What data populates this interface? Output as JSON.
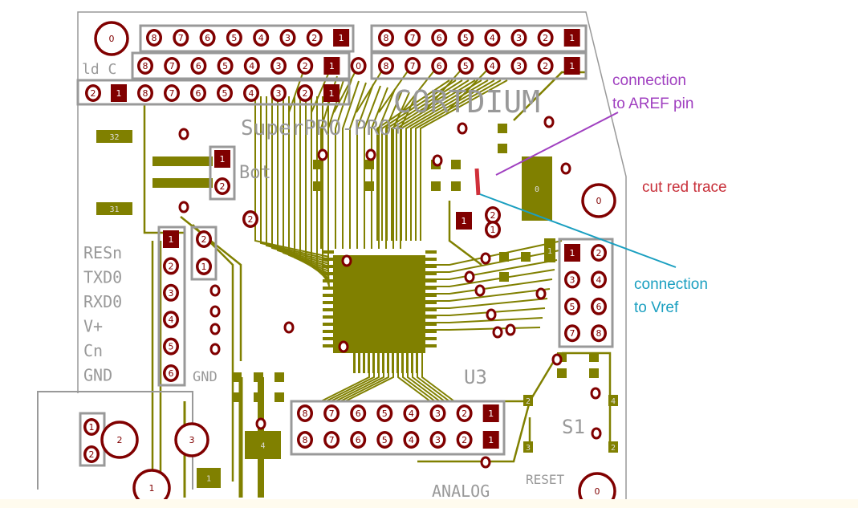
{
  "colors": {
    "trace": "#808000",
    "pad": "#800000",
    "silk": "#8c8c8c",
    "aref": "#a040c0",
    "cut": "#d0303a",
    "vref": "#1a9fc0"
  },
  "annotations": {
    "aref": [
      "connection",
      "to AREF pin"
    ],
    "cut": "cut red trace",
    "vref": [
      "connection",
      "to Vref"
    ]
  },
  "silkscreen": {
    "brand": "CORTDIUM",
    "model": "SuperPRO-PRO+",
    "boot": "Bot",
    "top_left": "ld C",
    "left_labels": [
      "RESn",
      "TXD0",
      "RXD0",
      "V+",
      "Cn",
      "GND"
    ],
    "gnd": "GND",
    "chip": "U3",
    "switch": "S1",
    "reset": "RESET",
    "analog": "ANALOG",
    "smd": [
      "32",
      "31",
      "0",
      "1",
      "4",
      "1",
      "2",
      "1",
      "3",
      "4",
      "2"
    ]
  },
  "headers": {
    "top_left_row1": [
      "8",
      "7",
      "6",
      "5",
      "4",
      "3",
      "2",
      "1"
    ],
    "top_right_row1": [
      "8",
      "7",
      "6",
      "5",
      "4",
      "3",
      "2",
      "1"
    ],
    "top_left_row2": [
      "8",
      "7",
      "6",
      "5",
      "4",
      "3",
      "2",
      "1",
      "0"
    ],
    "top_right_row2": [
      "8",
      "7",
      "6",
      "5",
      "4",
      "3",
      "2",
      "1"
    ],
    "top_left_row3": [
      "2",
      "1",
      "8",
      "7",
      "6",
      "5",
      "4",
      "3",
      "2",
      "1"
    ],
    "bottom_row1": [
      "8",
      "7",
      "6",
      "5",
      "4",
      "3",
      "2",
      "1"
    ],
    "bottom_row2": [
      "8",
      "7",
      "6",
      "5",
      "4",
      "3",
      "2",
      "1"
    ],
    "left_col": [
      "1",
      "2",
      "3",
      "4",
      "5",
      "6"
    ],
    "left_col2": [
      "2",
      "1"
    ],
    "icsp": [
      "1",
      "2",
      "3",
      "4",
      "5",
      "6",
      "7",
      "8"
    ],
    "aux": [
      "2",
      "1"
    ],
    "power": [
      "1",
      "2"
    ],
    "crystal": [
      "1",
      "2"
    ]
  },
  "mounting_holes": [
    "0",
    "0",
    "2",
    "3",
    "1",
    "0"
  ]
}
